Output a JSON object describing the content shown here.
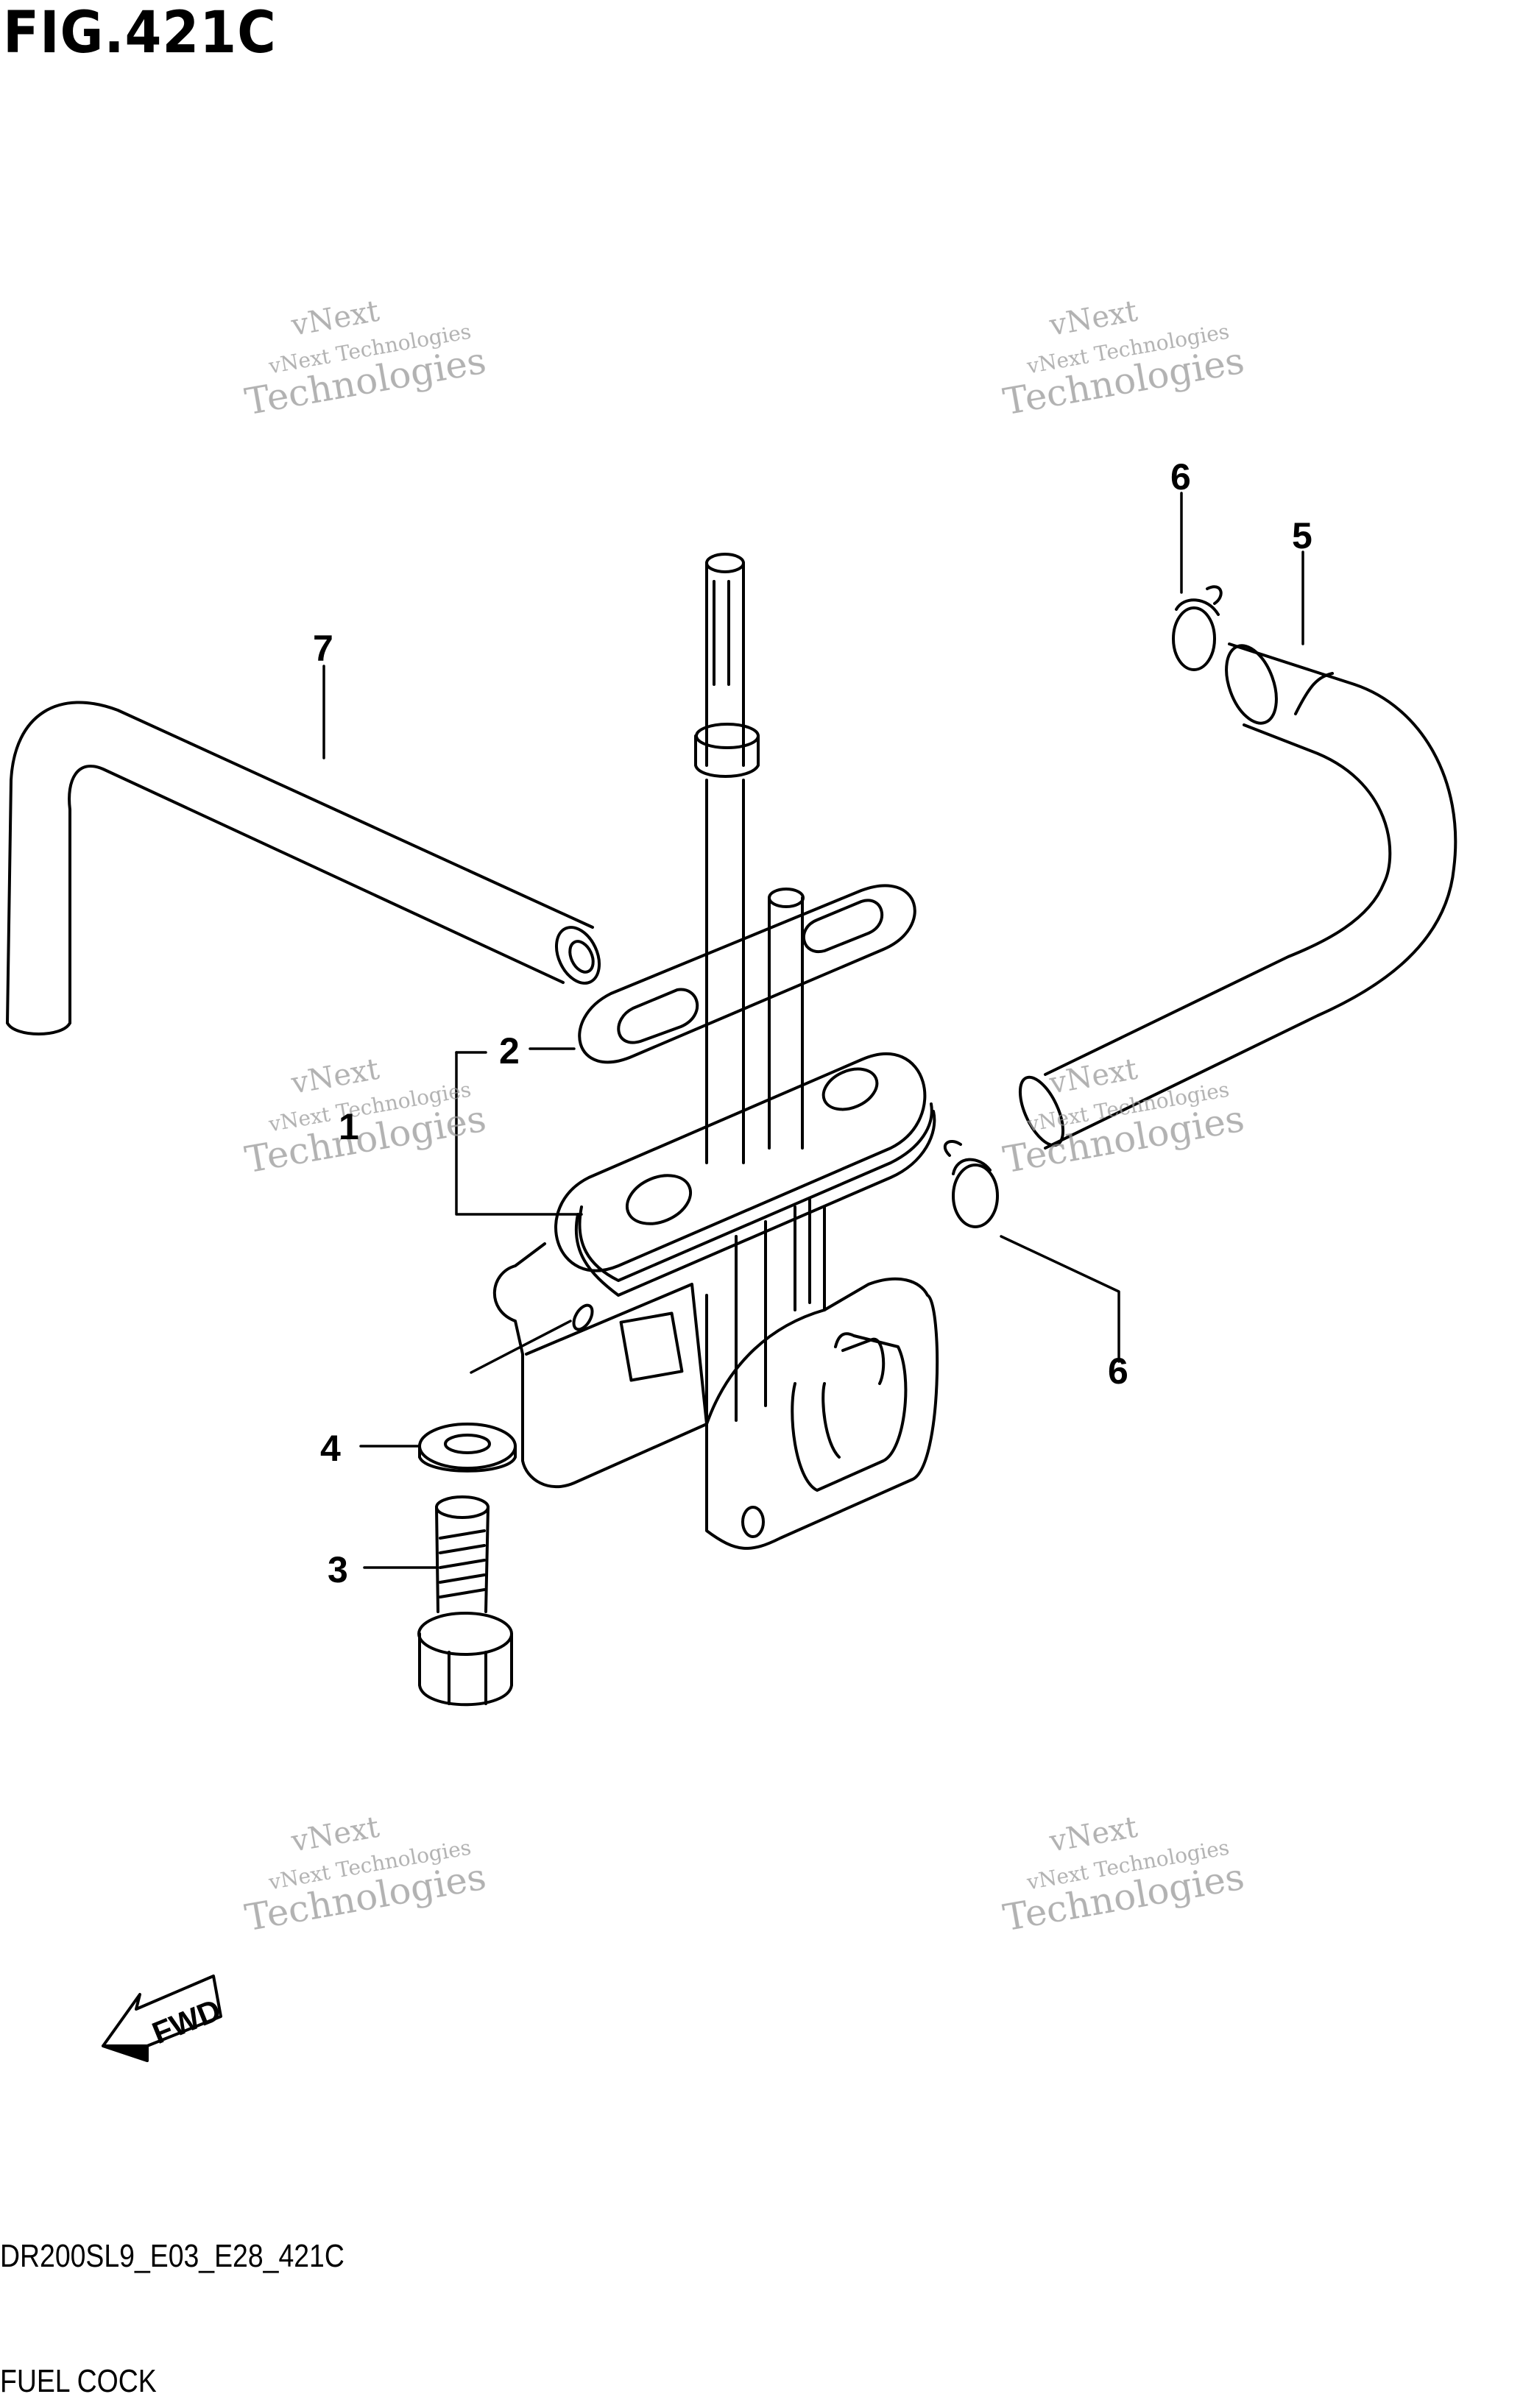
{
  "figure": {
    "title": "FIG.421C",
    "model_code": "DR200SL9_E03_E28_421C",
    "group_name": "FUEL COCK"
  },
  "callouts": [
    {
      "id": "c1",
      "label": "1"
    },
    {
      "id": "c2",
      "label": "2"
    },
    {
      "id": "c3",
      "label": "3"
    },
    {
      "id": "c4",
      "label": "4"
    },
    {
      "id": "c5",
      "label": "5"
    },
    {
      "id": "c6a",
      "label": "6"
    },
    {
      "id": "c6b",
      "label": "6"
    },
    {
      "id": "c7",
      "label": "7"
    }
  ],
  "direction_arrow": {
    "label": "FWD"
  },
  "watermark": {
    "line1": "vNext",
    "line2": "vNext Technologies",
    "line3": "Technologies"
  },
  "colors": {
    "ink": "#000000",
    "watermark": "#999999",
    "background": "#ffffff"
  }
}
